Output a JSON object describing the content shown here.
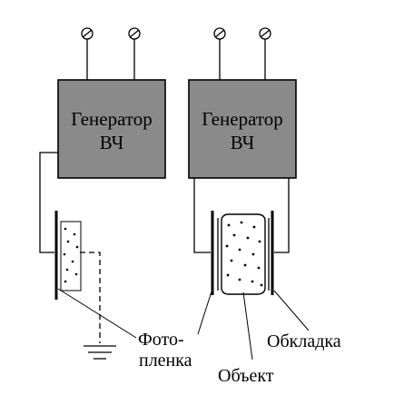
{
  "generators": [
    {
      "label_line1": "Генератор",
      "label_line2": "ВЧ"
    },
    {
      "label_line1": "Генератор",
      "label_line2": "ВЧ"
    }
  ],
  "labels": {
    "film_line1": "Фото-",
    "film_line2": "пленка",
    "object": "Объект",
    "plate": "Обкладка"
  },
  "colors": {
    "generator_fill": "#8a8a8a",
    "line": "#000000",
    "background": "#ffffff"
  }
}
